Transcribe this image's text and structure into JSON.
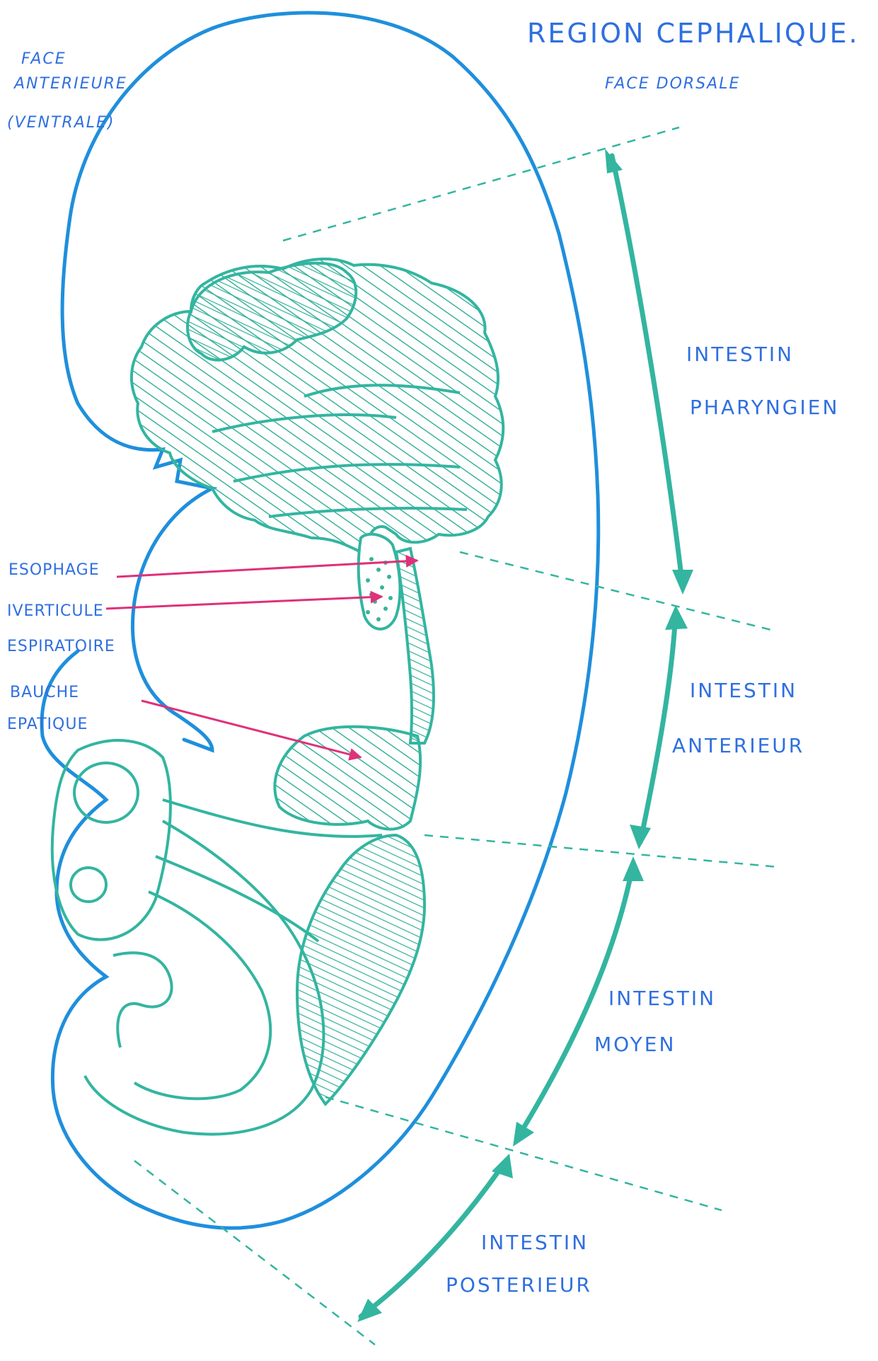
{
  "title": "REGION CEPHALIQUE.",
  "face_dorsale": "FACE DORSALE",
  "face_anterieure": {
    "line1": "FACE",
    "line2": "ANTERIEURE",
    "line3": "(VENTRALE)"
  },
  "left_labels": {
    "oesophage": "ESOPHAGE",
    "diverticule_1": "IVERTICULE",
    "diverticule_2": "ESPIRATOIRE",
    "bauche_1": "BAUCHE",
    "bauche_2": "EPATIQUE"
  },
  "segments": {
    "pharyngien": {
      "line1": "INTESTIN",
      "line2": "PHARYNGIEN"
    },
    "anterieur": {
      "line1": "INTESTIN",
      "line2": "ANTERIEUR"
    },
    "moyen": {
      "line1": "INTESTIN",
      "line2": "MOYEN"
    },
    "posterieur": {
      "line1": "INTESTIN",
      "line2": "POSTERIEUR"
    }
  },
  "colors": {
    "outline": "#1f8fdc",
    "structure": "#33b5a0",
    "arrow_pointer": "#e0307a",
    "text": "#2f6fe0",
    "hatch": "#39b39a"
  }
}
